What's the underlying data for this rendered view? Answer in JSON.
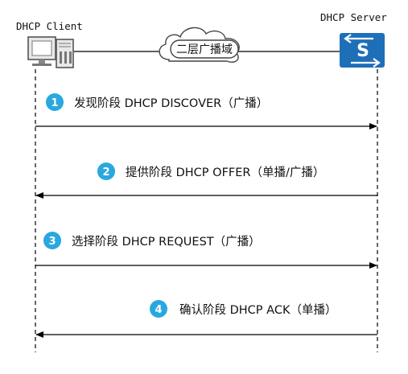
{
  "client_label": "DHCP Client",
  "server_label": "DHCP Server",
  "cloud_label": "二层广播域",
  "server_icon_letter": "S",
  "steps": [
    {
      "num": "1",
      "text": "发现阶段 DHCP DISCOVER（广播）",
      "direction": "client-to-server"
    },
    {
      "num": "2",
      "text": "提供阶段 DHCP OFFER（单播/广播）",
      "direction": "server-to-client"
    },
    {
      "num": "3",
      "text": "选择阶段 DHCP REQUEST（广播）",
      "direction": "client-to-server"
    },
    {
      "num": "4",
      "text": "确认阶段 DHCP ACK（单播）",
      "direction": "server-to-client"
    }
  ],
  "colors": {
    "badge": "#29a8e0",
    "server_icon": "#1e6fb8",
    "line": "#000000",
    "cloud_stroke": "#444444"
  }
}
